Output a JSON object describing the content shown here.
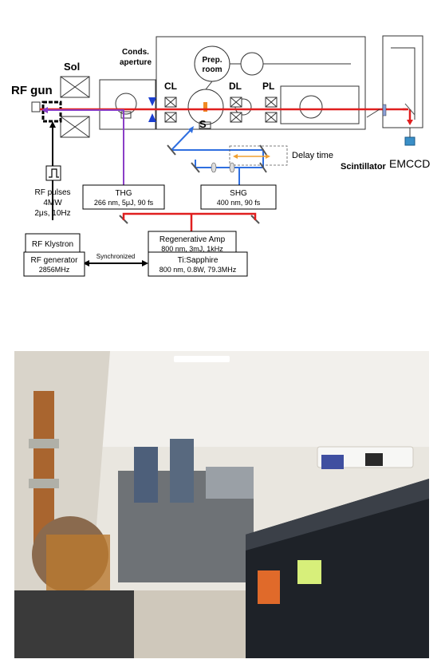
{
  "diagram": {
    "labels": {
      "rf_gun": "RF gun",
      "sol": "Sol",
      "conds_line1": "Conds.",
      "conds_line2": "aperture",
      "prep_line1": "Prep.",
      "prep_line2": "room",
      "cl": "CL",
      "dl": "DL",
      "pl": "PL",
      "s": "S",
      "delay_time": "Delay time",
      "scintillator": "Scintillator",
      "emccd": "EMCCD",
      "rf_pulses": [
        "RF pulses",
        "4MW",
        "2μs, 10Hz"
      ],
      "synchronized": "Synchronized"
    },
    "boxes": {
      "thg": {
        "title": "THG",
        "detail": "266 nm, 5μJ, 90 fs"
      },
      "shg": {
        "title": "SHG",
        "detail": "400 nm, 90 fs"
      },
      "regen": {
        "title": "Regenerative Amp",
        "detail": "800 nm, 3mJ, 1kHz"
      },
      "klystron": {
        "title": "RF Klystron"
      },
      "rfgen": {
        "title": "RF generator",
        "detail": "2856MHz"
      },
      "tisapph": {
        "title": "Ti:Sapphire",
        "detail": "800 nm, 0.8W, 79.3MHz"
      }
    },
    "colors": {
      "electron_beam": "#e01f1f",
      "uv_beam": "#8b3fc7",
      "blue_beam": "#2f6fe0",
      "delay_arrow": "#f0a030",
      "aperture": "#1b3fd0"
    }
  },
  "photo": {
    "description_free": true
  }
}
